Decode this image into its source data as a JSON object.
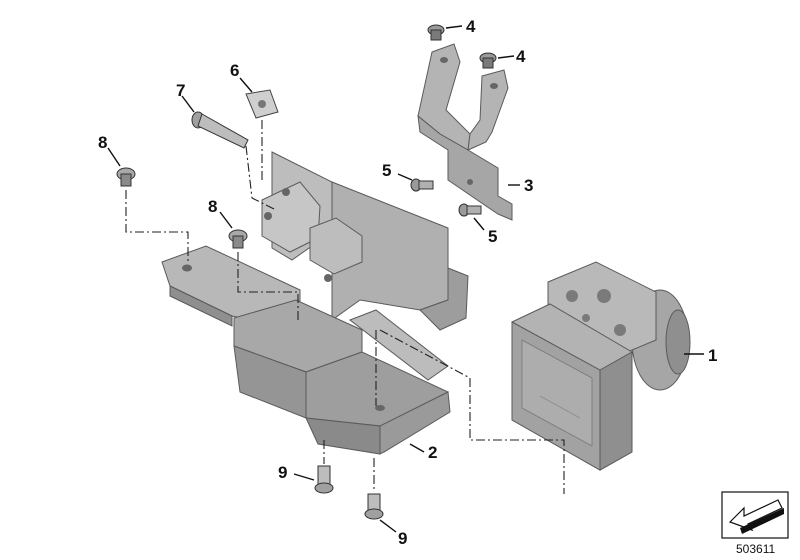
{
  "callouts": {
    "c1": "1",
    "c2": "2",
    "c3": "3",
    "c4a": "4",
    "c4b": "4",
    "c5a": "5",
    "c5b": "5",
    "c6": "6",
    "c7": "7",
    "c8a": "8",
    "c8b": "8",
    "c9a": "9",
    "c9b": "9"
  },
  "reference_code": "503611",
  "colors": {
    "part_fill": "#a9a9a9",
    "part_light": "#c4c4c4",
    "part_dark": "#8e8e8e",
    "outline": "#5a5a5a",
    "line": "#111111"
  },
  "icons": {
    "nav_icon": "arrow-down-left-icon"
  }
}
